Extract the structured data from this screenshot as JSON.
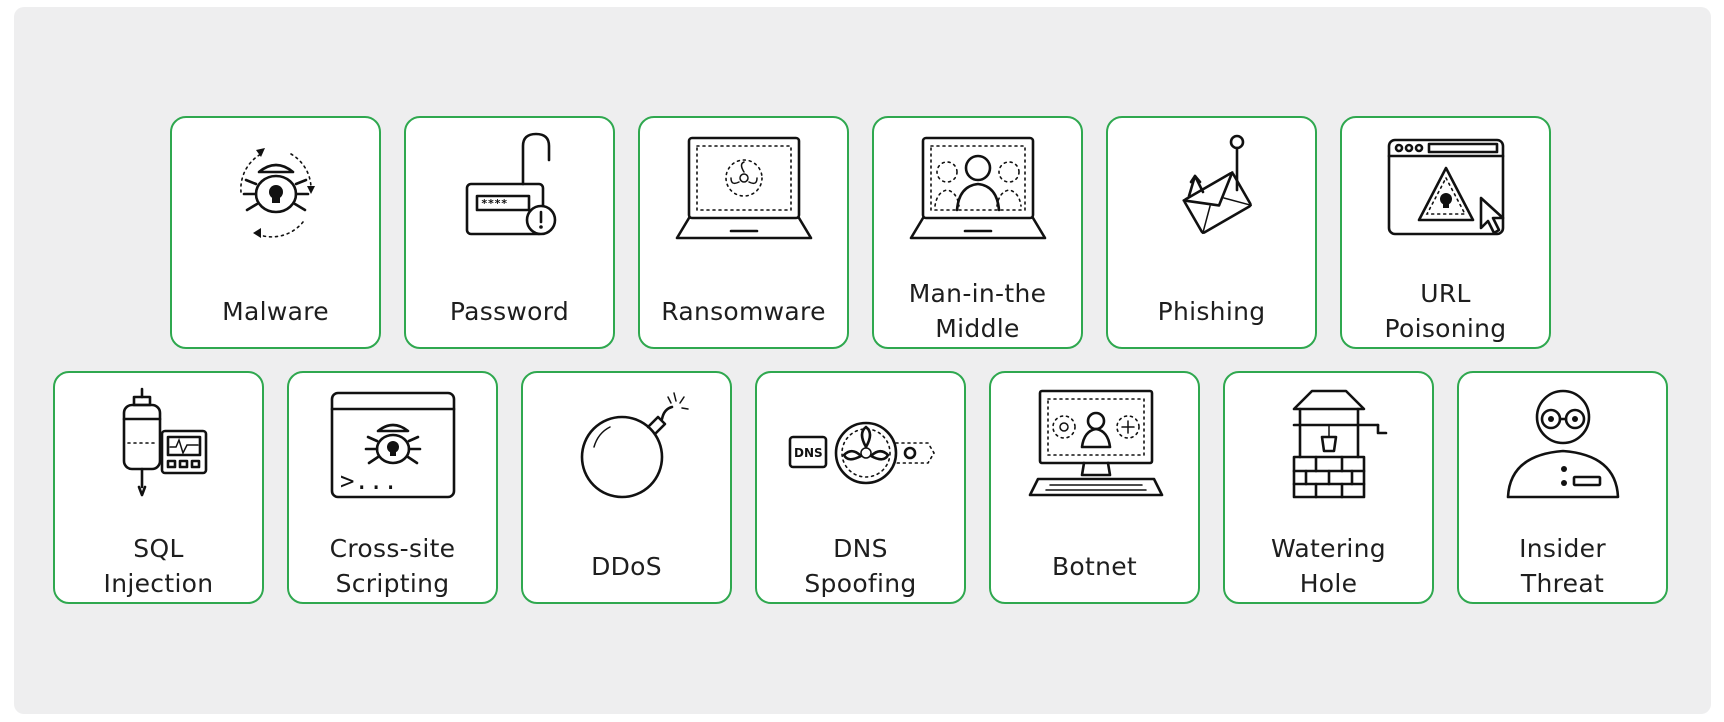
{
  "cards": [
    {
      "label": "Malware",
      "icon": "malware-bug-icon"
    },
    {
      "label": "Password",
      "icon": "password-padlock-icon"
    },
    {
      "label": "Ransomware",
      "icon": "ransomware-laptop-icon"
    },
    {
      "label": "Man-in-the\nMiddle",
      "icon": "man-in-the-middle-laptop-icon"
    },
    {
      "label": "Phishing",
      "icon": "phishing-hook-envelope-icon"
    },
    {
      "label": "URL\nPoisoning",
      "icon": "url-poisoning-browser-warning-icon"
    },
    {
      "label": "SQL\nInjection",
      "icon": "sql-injection-iv-bag-icon"
    },
    {
      "label": "Cross-site\nScripting",
      "icon": "cross-site-scripting-window-icon"
    },
    {
      "label": "DDoS",
      "icon": "ddos-bomb-icon"
    },
    {
      "label": "DNS\nSpoofing",
      "icon": "dns-spoofing-icon"
    },
    {
      "label": "Botnet",
      "icon": "botnet-computer-icon"
    },
    {
      "label": "Watering\nHole",
      "icon": "watering-hole-well-icon"
    },
    {
      "label": "Insider\nThreat",
      "icon": "insider-threat-person-icon"
    }
  ],
  "password_icon_text": "****",
  "xss_icon_text": ">...",
  "dns_icon_text": "DNS",
  "colors": {
    "card_border": "#2fa84f",
    "panel_background": "#eeeeef",
    "text": "#1e1e1e"
  }
}
